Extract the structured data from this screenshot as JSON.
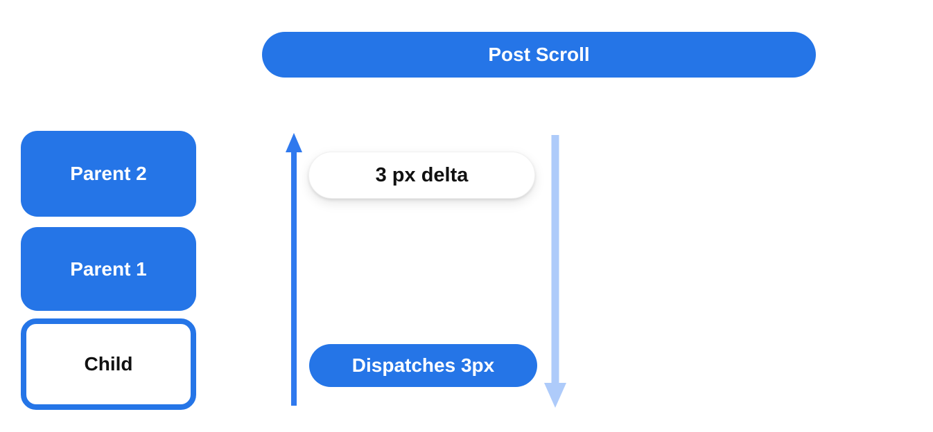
{
  "colors": {
    "blue": "#2575E7",
    "arrow_blue": "#2F79EE",
    "light_blue": "#AECBFA",
    "text_dark": "#111111",
    "white": "#FFFFFF"
  },
  "header": {
    "post_scroll_label": "Post Scroll"
  },
  "stack": {
    "items": [
      {
        "label": "Parent 2",
        "variant": "filled"
      },
      {
        "label": "Parent 1",
        "variant": "filled"
      },
      {
        "label": "Child",
        "variant": "outlined"
      }
    ]
  },
  "flow": {
    "delta_label": "3 px delta",
    "dispatch_label": "Dispatches 3px",
    "up_arrow_meaning": "notification-bubbles-up",
    "down_arrow_meaning": "scroll-dispatch-flows-down"
  }
}
